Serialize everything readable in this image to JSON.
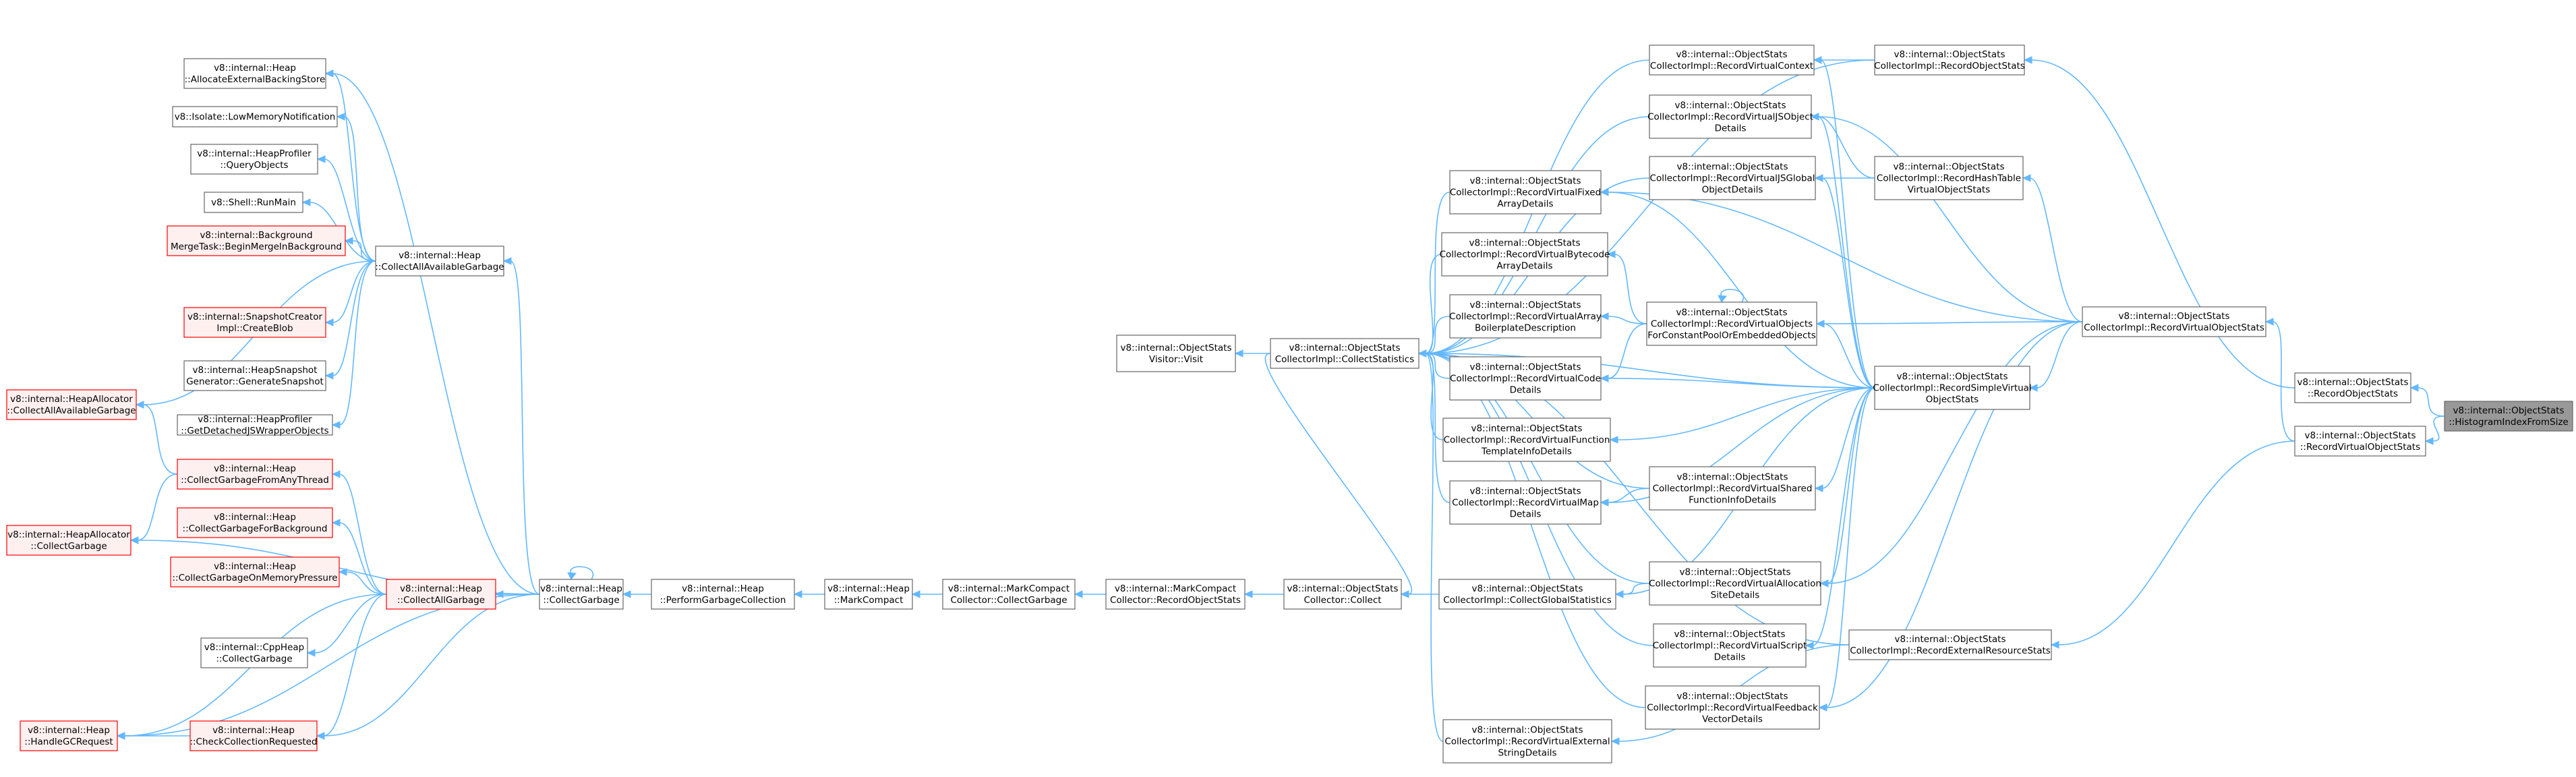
{
  "graph": {
    "title": "",
    "nodes": [
      {
        "id": "root",
        "lines": [
          "v8::internal::ObjectStats",
          "::HistogramIndexFromSize"
        ],
        "style": "root"
      },
      {
        "id": "os_recordobjectstats",
        "lines": [
          "v8::internal::ObjectStats",
          "::RecordObjectStats"
        ],
        "style": "normal"
      },
      {
        "id": "os_recordvirtualobjectstats",
        "lines": [
          "v8::internal::ObjectStats",
          "::RecordVirtualObjectStats"
        ],
        "style": "normal"
      },
      {
        "id": "osci_recordobjectstats",
        "lines": [
          "v8::internal::ObjectStats",
          "CollectorImpl::RecordObjectStats"
        ],
        "style": "normal"
      },
      {
        "id": "osci_recordhashtable",
        "lines": [
          "v8::internal::ObjectStats",
          "CollectorImpl::RecordHashTable",
          "VirtualObjectStats"
        ],
        "style": "normal"
      },
      {
        "id": "osci_recordvirtualobjectstats",
        "lines": [
          "v8::internal::ObjectStats",
          "CollectorImpl::RecordVirtualObjectStats"
        ],
        "style": "normal"
      },
      {
        "id": "osci_recordsimplevirtual",
        "lines": [
          "v8::internal::ObjectStats",
          "CollectorImpl::RecordSimpleVirtual",
          "ObjectStats"
        ],
        "style": "normal"
      },
      {
        "id": "osci_recordexternalresource",
        "lines": [
          "v8::internal::ObjectStats",
          "CollectorImpl::RecordExternalResourceStats"
        ],
        "style": "normal"
      },
      {
        "id": "osci_recordvirtualcontext",
        "lines": [
          "v8::internal::ObjectStats",
          "CollectorImpl::RecordVirtualContext"
        ],
        "style": "normal"
      },
      {
        "id": "osci_recordvirtualjsobject",
        "lines": [
          "v8::internal::ObjectStats",
          "CollectorImpl::RecordVirtualJSObject",
          "Details"
        ],
        "style": "normal"
      },
      {
        "id": "osci_recordvirtualjsglobal",
        "lines": [
          "v8::internal::ObjectStats",
          "CollectorImpl::RecordVirtualJSGlobal",
          "ObjectDetails"
        ],
        "style": "normal"
      },
      {
        "id": "osci_recordvirtualobjectsforconstantpool",
        "lines": [
          "v8::internal::ObjectStats",
          "CollectorImpl::RecordVirtualObjects",
          "ForConstantPoolOrEmbeddedObjects"
        ],
        "style": "normal"
      },
      {
        "id": "osci_recordvirtualshared",
        "lines": [
          "v8::internal::ObjectStats",
          "CollectorImpl::RecordVirtualShared",
          "FunctionInfoDetails"
        ],
        "style": "normal"
      },
      {
        "id": "osci_recordvirtualallocation",
        "lines": [
          "v8::internal::ObjectStats",
          "CollectorImpl::RecordVirtualAllocation",
          "SiteDetails"
        ],
        "style": "normal"
      },
      {
        "id": "osci_recordvirtualscript",
        "lines": [
          "v8::internal::ObjectStats",
          "CollectorImpl::RecordVirtualScript",
          "Details"
        ],
        "style": "normal"
      },
      {
        "id": "osci_recordvirtualfeedback",
        "lines": [
          "v8::internal::ObjectStats",
          "CollectorImpl::RecordVirtualFeedback",
          "VectorDetails"
        ],
        "style": "normal"
      },
      {
        "id": "osci_recordvirtualfixed",
        "lines": [
          "v8::internal::ObjectStats",
          "CollectorImpl::RecordVirtualFixed",
          "ArrayDetails"
        ],
        "style": "normal"
      },
      {
        "id": "osci_recordvirtualbytecode",
        "lines": [
          "v8::internal::ObjectStats",
          "CollectorImpl::RecordVirtualBytecode",
          "ArrayDetails"
        ],
        "style": "normal"
      },
      {
        "id": "osci_recordvirtualarray",
        "lines": [
          "v8::internal::ObjectStats",
          "CollectorImpl::RecordVirtualArray",
          "BoilerplateDescription"
        ],
        "style": "normal"
      },
      {
        "id": "osci_recordvirtualcode",
        "lines": [
          "v8::internal::ObjectStats",
          "CollectorImpl::RecordVirtualCode",
          "Details"
        ],
        "style": "normal"
      },
      {
        "id": "osci_recordvirtualfunction",
        "lines": [
          "v8::internal::ObjectStats",
          "CollectorImpl::RecordVirtualFunction",
          "TemplateInfoDetails"
        ],
        "style": "normal"
      },
      {
        "id": "osci_recordvirtualmap",
        "lines": [
          "v8::internal::ObjectStats",
          "CollectorImpl::RecordVirtualMap",
          "Details"
        ],
        "style": "normal"
      },
      {
        "id": "osci_recordvirtualexternalstring",
        "lines": [
          "v8::internal::ObjectStats",
          "CollectorImpl::RecordVirtualExternal",
          "StringDetails"
        ],
        "style": "normal"
      },
      {
        "id": "osci_collectstatistics",
        "lines": [
          "v8::internal::ObjectStats",
          "CollectorImpl::CollectStatistics"
        ],
        "style": "normal"
      },
      {
        "id": "osci_collectglobalstatistics",
        "lines": [
          "v8::internal::ObjectStats",
          "CollectorImpl::CollectGlobalStatistics"
        ],
        "style": "normal"
      },
      {
        "id": "osv_visit",
        "lines": [
          "v8::internal::ObjectStats",
          "Visitor::Visit"
        ],
        "style": "normal"
      },
      {
        "id": "osc_collect",
        "lines": [
          "v8::internal::ObjectStats",
          "Collector::Collect"
        ],
        "style": "normal"
      },
      {
        "id": "mcc_recordobjectstats",
        "lines": [
          "v8::internal::MarkCompact",
          "Collector::RecordObjectStats"
        ],
        "style": "normal"
      },
      {
        "id": "mcc_collectgarbage",
        "lines": [
          "v8::internal::MarkCompact",
          "Collector::CollectGarbage"
        ],
        "style": "normal"
      },
      {
        "id": "heap_markcompact",
        "lines": [
          "v8::internal::Heap",
          "::MarkCompact"
        ],
        "style": "normal"
      },
      {
        "id": "heap_performgc",
        "lines": [
          "v8::internal::Heap",
          "::PerformGarbageCollection"
        ],
        "style": "normal"
      },
      {
        "id": "heap_collectgarbage",
        "lines": [
          "v8::internal::Heap",
          "::CollectGarbage"
        ],
        "style": "normal"
      },
      {
        "id": "heap_collectallgarbage",
        "lines": [
          "v8::internal::Heap",
          "::CollectAllGarbage"
        ],
        "style": "red"
      },
      {
        "id": "heap_collectallavailable",
        "lines": [
          "v8::internal::Heap",
          "::CollectAllAvailableGarbage"
        ],
        "style": "normal"
      },
      {
        "id": "heap_allocateexternal",
        "lines": [
          "v8::internal::Heap",
          "::AllocateExternalBackingStore"
        ],
        "style": "normal"
      },
      {
        "id": "isolate_lowmemory",
        "lines": [
          "v8::Isolate::LowMemoryNotification"
        ],
        "style": "normal"
      },
      {
        "id": "heapprofiler_query",
        "lines": [
          "v8::internal::HeapProfiler",
          "::QueryObjects"
        ],
        "style": "normal"
      },
      {
        "id": "shell_runmain",
        "lines": [
          "v8::Shell::RunMain"
        ],
        "style": "normal"
      },
      {
        "id": "background_merge",
        "lines": [
          "v8::internal::Background",
          "MergeTask::BeginMergeInBackground"
        ],
        "style": "red"
      },
      {
        "id": "snapshot_createblob",
        "lines": [
          "v8::internal::SnapshotCreator",
          "Impl::CreateBlob"
        ],
        "style": "red"
      },
      {
        "id": "heapsnapshot_generate",
        "lines": [
          "v8::internal::HeapSnapshot",
          "Generator::GenerateSnapshot"
        ],
        "style": "normal"
      },
      {
        "id": "heapprofiler_getdetached",
        "lines": [
          "v8::internal::HeapProfiler",
          "::GetDetachedJSWrapperObjects"
        ],
        "style": "normal"
      },
      {
        "id": "heapallocator_collectallavailable",
        "lines": [
          "v8::internal::HeapAllocator",
          "::CollectAllAvailableGarbage"
        ],
        "style": "red"
      },
      {
        "id": "heap_collectfromanythread",
        "lines": [
          "v8::internal::Heap",
          "::CollectGarbageFromAnyThread"
        ],
        "style": "red"
      },
      {
        "id": "heapallocator_collectgarbage",
        "lines": [
          "v8::internal::HeapAllocator",
          "::CollectGarbage"
        ],
        "style": "red"
      },
      {
        "id": "heap_collectforbackground",
        "lines": [
          "v8::internal::Heap",
          "::CollectGarbageForBackground"
        ],
        "style": "red"
      },
      {
        "id": "heap_collectonmemorypressure",
        "lines": [
          "v8::internal::Heap",
          "::CollectGarbageOnMemoryPressure"
        ],
        "style": "red"
      },
      {
        "id": "cppheap_collectgarbage",
        "lines": [
          "v8::internal::CppHeap",
          "::CollectGarbage"
        ],
        "style": "normal"
      },
      {
        "id": "heap_handlegcrequest",
        "lines": [
          "v8::internal::Heap",
          "::HandleGCRequest"
        ],
        "style": "red"
      },
      {
        "id": "heap_checkcollection",
        "lines": [
          "v8::internal::Heap",
          "::CheckCollectionRequested"
        ],
        "style": "red"
      }
    ],
    "edges": [
      {
        "from": "os_recordobjectstats",
        "to": "root"
      },
      {
        "from": "os_recordvirtualobjectstats",
        "to": "root"
      },
      {
        "from": "osci_recordobjectstats",
        "to": "os_recordobjectstats"
      },
      {
        "from": "osci_recordvirtualobjectstats",
        "to": "os_recordvirtualobjectstats"
      },
      {
        "from": "osci_recordexternalresource",
        "to": "os_recordvirtualobjectstats"
      },
      {
        "from": "osci_recordvirtualcontext",
        "to": "osci_recordobjectstats"
      },
      {
        "from": "osci_collectstatistics",
        "to": "osci_recordobjectstats"
      },
      {
        "from": "osci_recordhashtable",
        "to": "osci_recordvirtualobjectstats"
      },
      {
        "from": "osci_recordsimplevirtual",
        "to": "osci_recordvirtualobjectstats"
      },
      {
        "from": "osci_recordvirtualjsobject",
        "to": "osci_recordvirtualobjectstats"
      },
      {
        "from": "osci_recordvirtualallocation",
        "to": "osci_recordvirtualobjectstats"
      },
      {
        "from": "osci_recordvirtualobjectsforconstantpool",
        "to": "osci_recordvirtualobjectstats"
      },
      {
        "from": "osci_recordvirtualjsobject",
        "to": "osci_recordhashtable"
      },
      {
        "from": "osci_recordvirtualjsglobal",
        "to": "osci_recordhashtable"
      },
      {
        "from": "osci_recordvirtualcontext",
        "to": "osci_recordsimplevirtual"
      },
      {
        "from": "osci_recordvirtualjsobject",
        "to": "osci_recordsimplevirtual"
      },
      {
        "from": "osci_recordvirtualjsglobal",
        "to": "osci_recordsimplevirtual"
      },
      {
        "from": "osci_recordvirtualobjectsforconstantpool",
        "to": "osci_recordsimplevirtual"
      },
      {
        "from": "osci_recordvirtualshared",
        "to": "osci_recordsimplevirtual"
      },
      {
        "from": "osci_recordvirtualallocation",
        "to": "osci_recordsimplevirtual"
      },
      {
        "from": "osci_recordvirtualscript",
        "to": "osci_recordsimplevirtual"
      },
      {
        "from": "osci_recordvirtualfeedback",
        "to": "osci_recordsimplevirtual"
      },
      {
        "from": "osci_recordvirtualfixed",
        "to": "osci_recordsimplevirtual"
      },
      {
        "from": "osci_recordvirtualcode",
        "to": "osci_recordsimplevirtual"
      },
      {
        "from": "osci_recordvirtualfunction",
        "to": "osci_recordsimplevirtual"
      },
      {
        "from": "osci_recordvirtualmap",
        "to": "osci_recordsimplevirtual"
      },
      {
        "from": "osci_collectstatistics",
        "to": "osci_recordsimplevirtual"
      },
      {
        "from": "osci_collectstatistics",
        "to": "osci_recordvirtualcontext"
      },
      {
        "from": "osci_collectstatistics",
        "to": "osci_recordvirtualjsobject"
      },
      {
        "from": "osci_collectstatistics",
        "to": "osci_recordvirtualjsglobal"
      },
      {
        "from": "osci_collectstatistics",
        "to": "osci_recordvirtualfixed"
      },
      {
        "from": "osci_collectstatistics",
        "to": "osci_recordvirtualbytecode"
      },
      {
        "from": "osci_collectstatistics",
        "to": "osci_recordvirtualarray"
      },
      {
        "from": "osci_collectstatistics",
        "to": "osci_recordvirtualcode"
      },
      {
        "from": "osci_collectstatistics",
        "to": "osci_recordvirtualfunction"
      },
      {
        "from": "osci_collectstatistics",
        "to": "osci_recordvirtualmap"
      },
      {
        "from": "osci_collectstatistics",
        "to": "osci_recordvirtualshared"
      },
      {
        "from": "osci_collectstatistics",
        "to": "osci_recordvirtualallocation"
      },
      {
        "from": "osci_collectstatistics",
        "to": "osci_recordvirtualscript"
      },
      {
        "from": "osci_collectstatistics",
        "to": "osci_recordvirtualfeedback"
      },
      {
        "from": "osci_collectstatistics",
        "to": "osci_recordvirtualexternalstring"
      },
      {
        "from": "osci_collectstatistics",
        "to": "osci_recordexternalresource"
      },
      {
        "from": "osci_recordvirtualbytecode",
        "to": "osci_recordvirtualobjectsforconstantpool"
      },
      {
        "from": "osci_recordvirtualarray",
        "to": "osci_recordvirtualobjectsforconstantpool"
      },
      {
        "from": "osci_recordvirtualcode",
        "to": "osci_recordvirtualobjectsforconstantpool"
      },
      {
        "from": "osci_recordvirtualobjectsforconstantpool",
        "to": "osci_recordvirtualobjectsforconstantpool"
      },
      {
        "from": "osci_recordvirtualfixed",
        "to": "osci_recordvirtualobjectstats"
      },
      {
        "from": "osci_recordvirtualmap",
        "to": "osci_recordvirtualshared"
      },
      {
        "from": "osci_recordvirtualfeedback",
        "to": "osci_recordvirtualobjectstats"
      },
      {
        "from": "osci_recordvirtualexternalstring",
        "to": "osci_recordexternalresource"
      },
      {
        "from": "osci_collectglobalstatistics",
        "to": "osci_recordvirtualallocation"
      },
      {
        "from": "osci_collectglobalstatistics",
        "to": "osci_recordsimplevirtual"
      },
      {
        "from": "osv_visit",
        "to": "osci_collectstatistics"
      },
      {
        "from": "osc_collect",
        "to": "osci_collectstatistics"
      },
      {
        "from": "osc_collect",
        "to": "osci_collectglobalstatistics"
      },
      {
        "from": "mcc_recordobjectstats",
        "to": "osc_collect"
      },
      {
        "from": "mcc_collectgarbage",
        "to": "mcc_recordobjectstats"
      },
      {
        "from": "heap_markcompact",
        "to": "mcc_collectgarbage"
      },
      {
        "from": "heap_performgc",
        "to": "heap_markcompact"
      },
      {
        "from": "heap_collectgarbage",
        "to": "heap_performgc"
      },
      {
        "from": "heap_collectgarbage",
        "to": "heap_collectgarbage"
      },
      {
        "from": "heap_collectallgarbage",
        "to": "heap_collectgarbage"
      },
      {
        "from": "heap_collectallavailable",
        "to": "heap_collectgarbage"
      },
      {
        "from": "heap_allocateexternal",
        "to": "heap_collectgarbage"
      },
      {
        "from": "heap_handlegcrequest",
        "to": "heap_collectgarbage"
      },
      {
        "from": "heap_checkcollection",
        "to": "heap_collectgarbage"
      },
      {
        "from": "heapallocator_collectgarbage",
        "to": "heap_collectgarbage"
      },
      {
        "from": "heap_allocateexternal",
        "to": "heap_collectallavailable"
      },
      {
        "from": "isolate_lowmemory",
        "to": "heap_collectallavailable"
      },
      {
        "from": "heapprofiler_query",
        "to": "heap_collectallavailable"
      },
      {
        "from": "shell_runmain",
        "to": "heap_collectallavailable"
      },
      {
        "from": "background_merge",
        "to": "heap_collectallavailable"
      },
      {
        "from": "snapshot_createblob",
        "to": "heap_collectallavailable"
      },
      {
        "from": "heapsnapshot_generate",
        "to": "heap_collectallavailable"
      },
      {
        "from": "heapprofiler_getdetached",
        "to": "heap_collectallavailable"
      },
      {
        "from": "heapallocator_collectallavailable",
        "to": "heap_collectallavailable"
      },
      {
        "from": "heapallocator_collectallavailable",
        "to": "heap_collectfromanythread"
      },
      {
        "from": "heap_collectfromanythread",
        "to": "heap_collectallgarbage"
      },
      {
        "from": "heap_collectforbackground",
        "to": "heap_collectallgarbage"
      },
      {
        "from": "heap_collectonmemorypressure",
        "to": "heap_collectallgarbage"
      },
      {
        "from": "cppheap_collectgarbage",
        "to": "heap_collectallgarbage"
      },
      {
        "from": "heap_checkcollection",
        "to": "heap_collectallgarbage"
      },
      {
        "from": "heapallocator_collectgarbage",
        "to": "heap_collectfromanythread"
      },
      {
        "from": "heap_handlegcrequest",
        "to": "heap_checkcollection"
      },
      {
        "from": "heap_handlegcrequest",
        "to": "heap_collectallgarbage"
      }
    ]
  }
}
